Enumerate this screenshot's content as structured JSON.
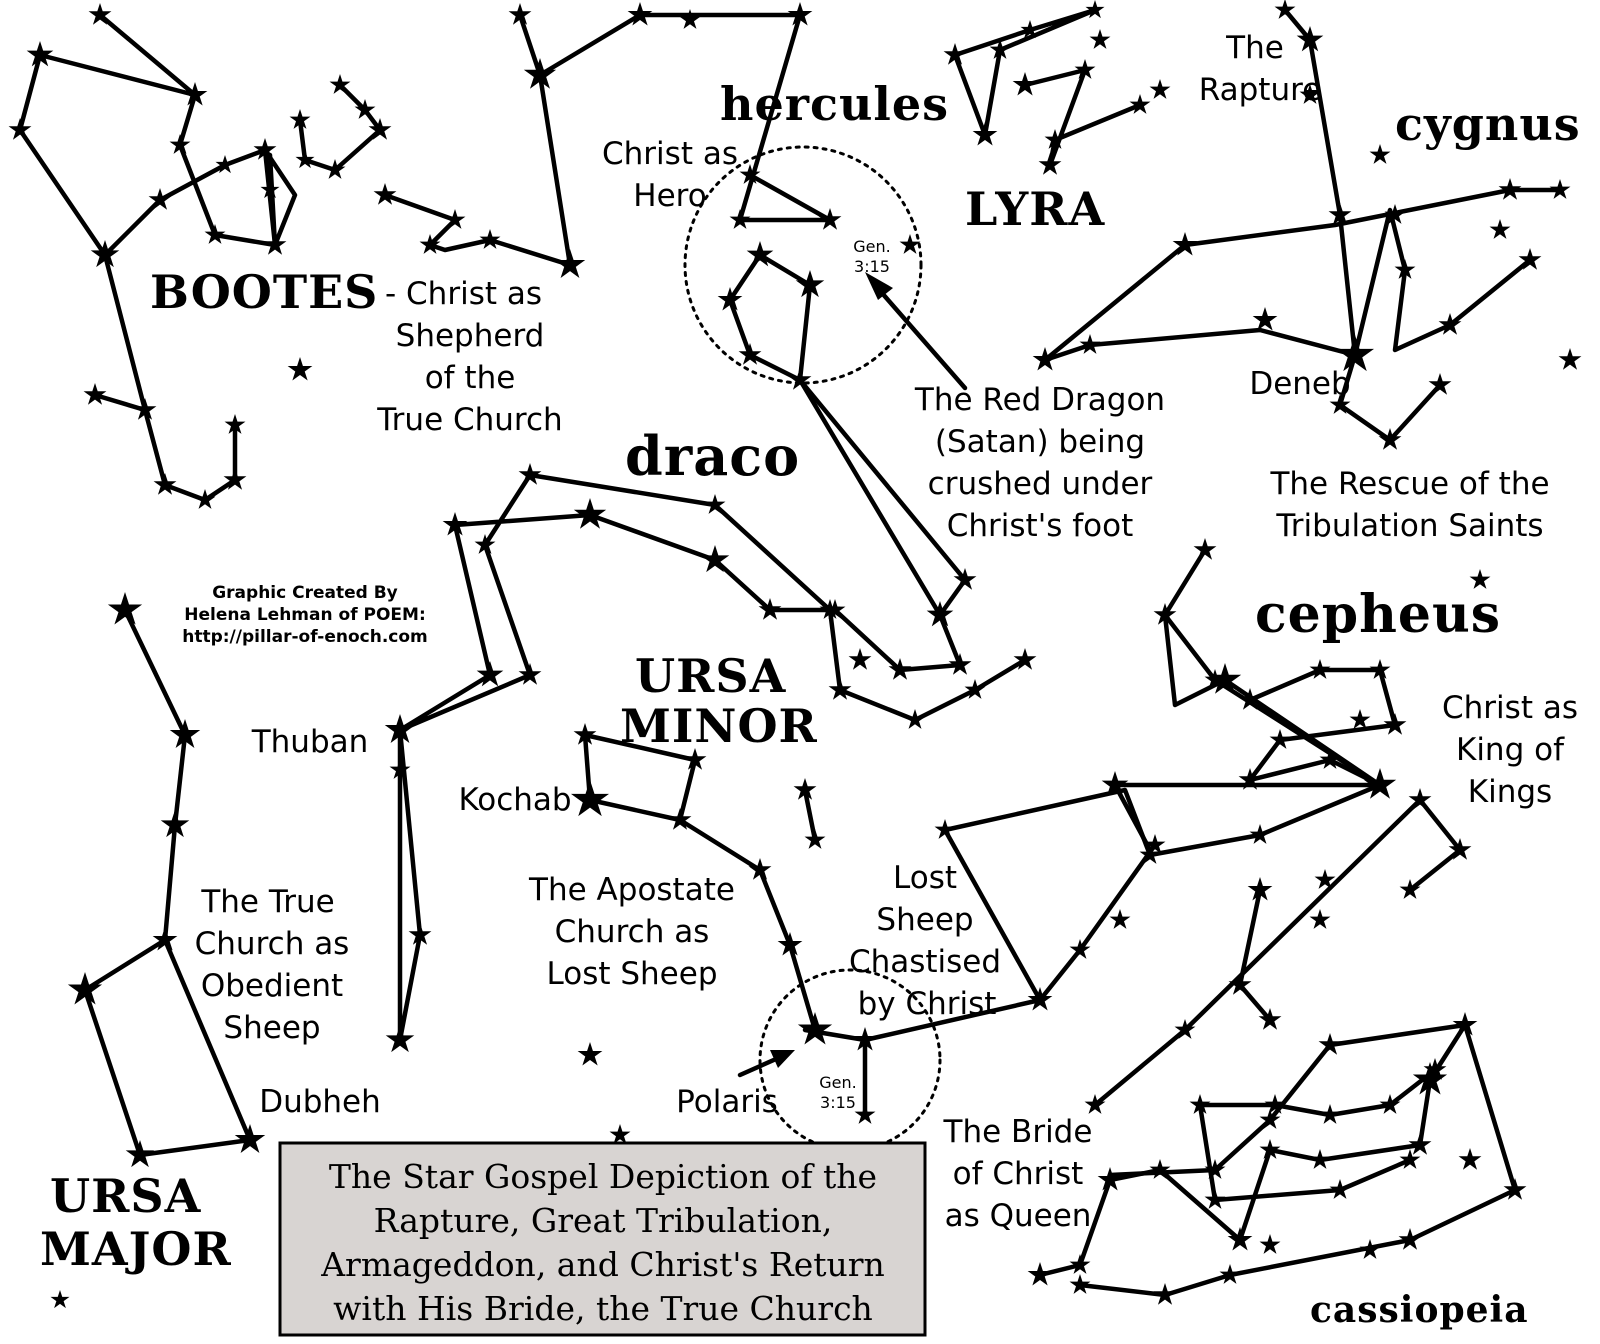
{
  "constellations": {
    "bootes": "BOOTES",
    "hercules": "hercules",
    "lyra": "LYRA",
    "cygnus": "cygnus",
    "draco": "draco",
    "ursa_minor_1": "URSA",
    "ursa_minor_2": "MINOR",
    "cepheus": "cepheus",
    "ursa_major_1": "URSA",
    "ursa_major_2": "MAJOR",
    "cassiopeia": "cassiopeia"
  },
  "labels": {
    "bootes_desc": [
      "- Christ as",
      "Shepherd",
      "of the",
      "True Church"
    ],
    "hero": [
      "Christ as",
      "Hero"
    ],
    "rapture": [
      "The",
      "Rapture"
    ],
    "dragon": [
      "The Red Dragon",
      "(Satan) being",
      "crushed under",
      "Christ's foot"
    ],
    "deneb": "Deneb",
    "rescue": [
      "The Rescue of the",
      "Tribulation Saints"
    ],
    "credit": [
      "Graphic Created By",
      "Helena Lehman of POEM:",
      "http://pillar-of-enoch.com"
    ],
    "thuban": "Thuban",
    "kochab": "Kochab",
    "king": [
      "Christ as",
      "King of",
      "Kings"
    ],
    "obedient": [
      "The True",
      "Church as",
      "Obedient",
      "Sheep"
    ],
    "apostate": [
      "The Apostate",
      "Church as",
      "Lost Sheep"
    ],
    "chastised": [
      "Lost",
      "Sheep",
      "Chastised",
      "by Christ"
    ],
    "polaris": "Polaris",
    "dubheh": "Dubheh",
    "bride": [
      "The Bride",
      "of Christ",
      "as Queen"
    ],
    "gen_top": [
      "Gen.",
      "3:15"
    ],
    "gen_bottom": [
      "Gen.",
      "3:15"
    ]
  },
  "title_box": [
    "The Star Gospel Depiction of the",
    "Rapture, Great Tribulation,",
    "Armageddon, and Christ's Return",
    "with His Bride, the True Church"
  ],
  "colors": {
    "ink": "#000000",
    "paper": "#ffffff",
    "title_box": "#d8d4d2"
  }
}
